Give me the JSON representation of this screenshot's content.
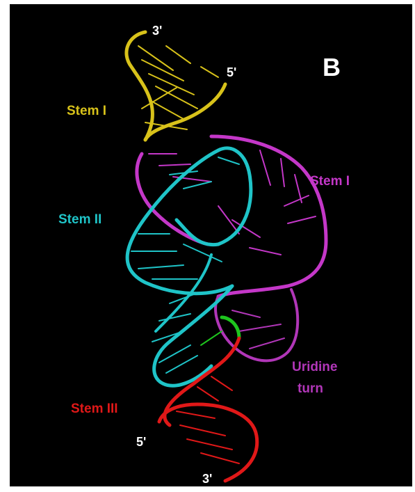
{
  "figure": {
    "panel_letter": "B",
    "colors": {
      "background": "#000000",
      "stem_i_yellow": "#d8c21a",
      "stem_i_magenta": "#c437c8",
      "stem_ii": "#1fc4c8",
      "stem_iii": "#e01818",
      "uridine_turn": "#b136b8",
      "junction": "#1ec51e",
      "white_label": "#ffffff"
    },
    "labels": {
      "stem_i_yellow": "Stem I",
      "stem_i_magenta": "Stem I",
      "stem_ii": "Stem II",
      "stem_iii": "Stem III",
      "uridine_turn_line1": "Uridine",
      "uridine_turn_line2": "turn",
      "top_3prime": "3'",
      "top_5prime": "5'",
      "bottom_5prime": "5'",
      "bottom_3prime": "3'"
    }
  }
}
